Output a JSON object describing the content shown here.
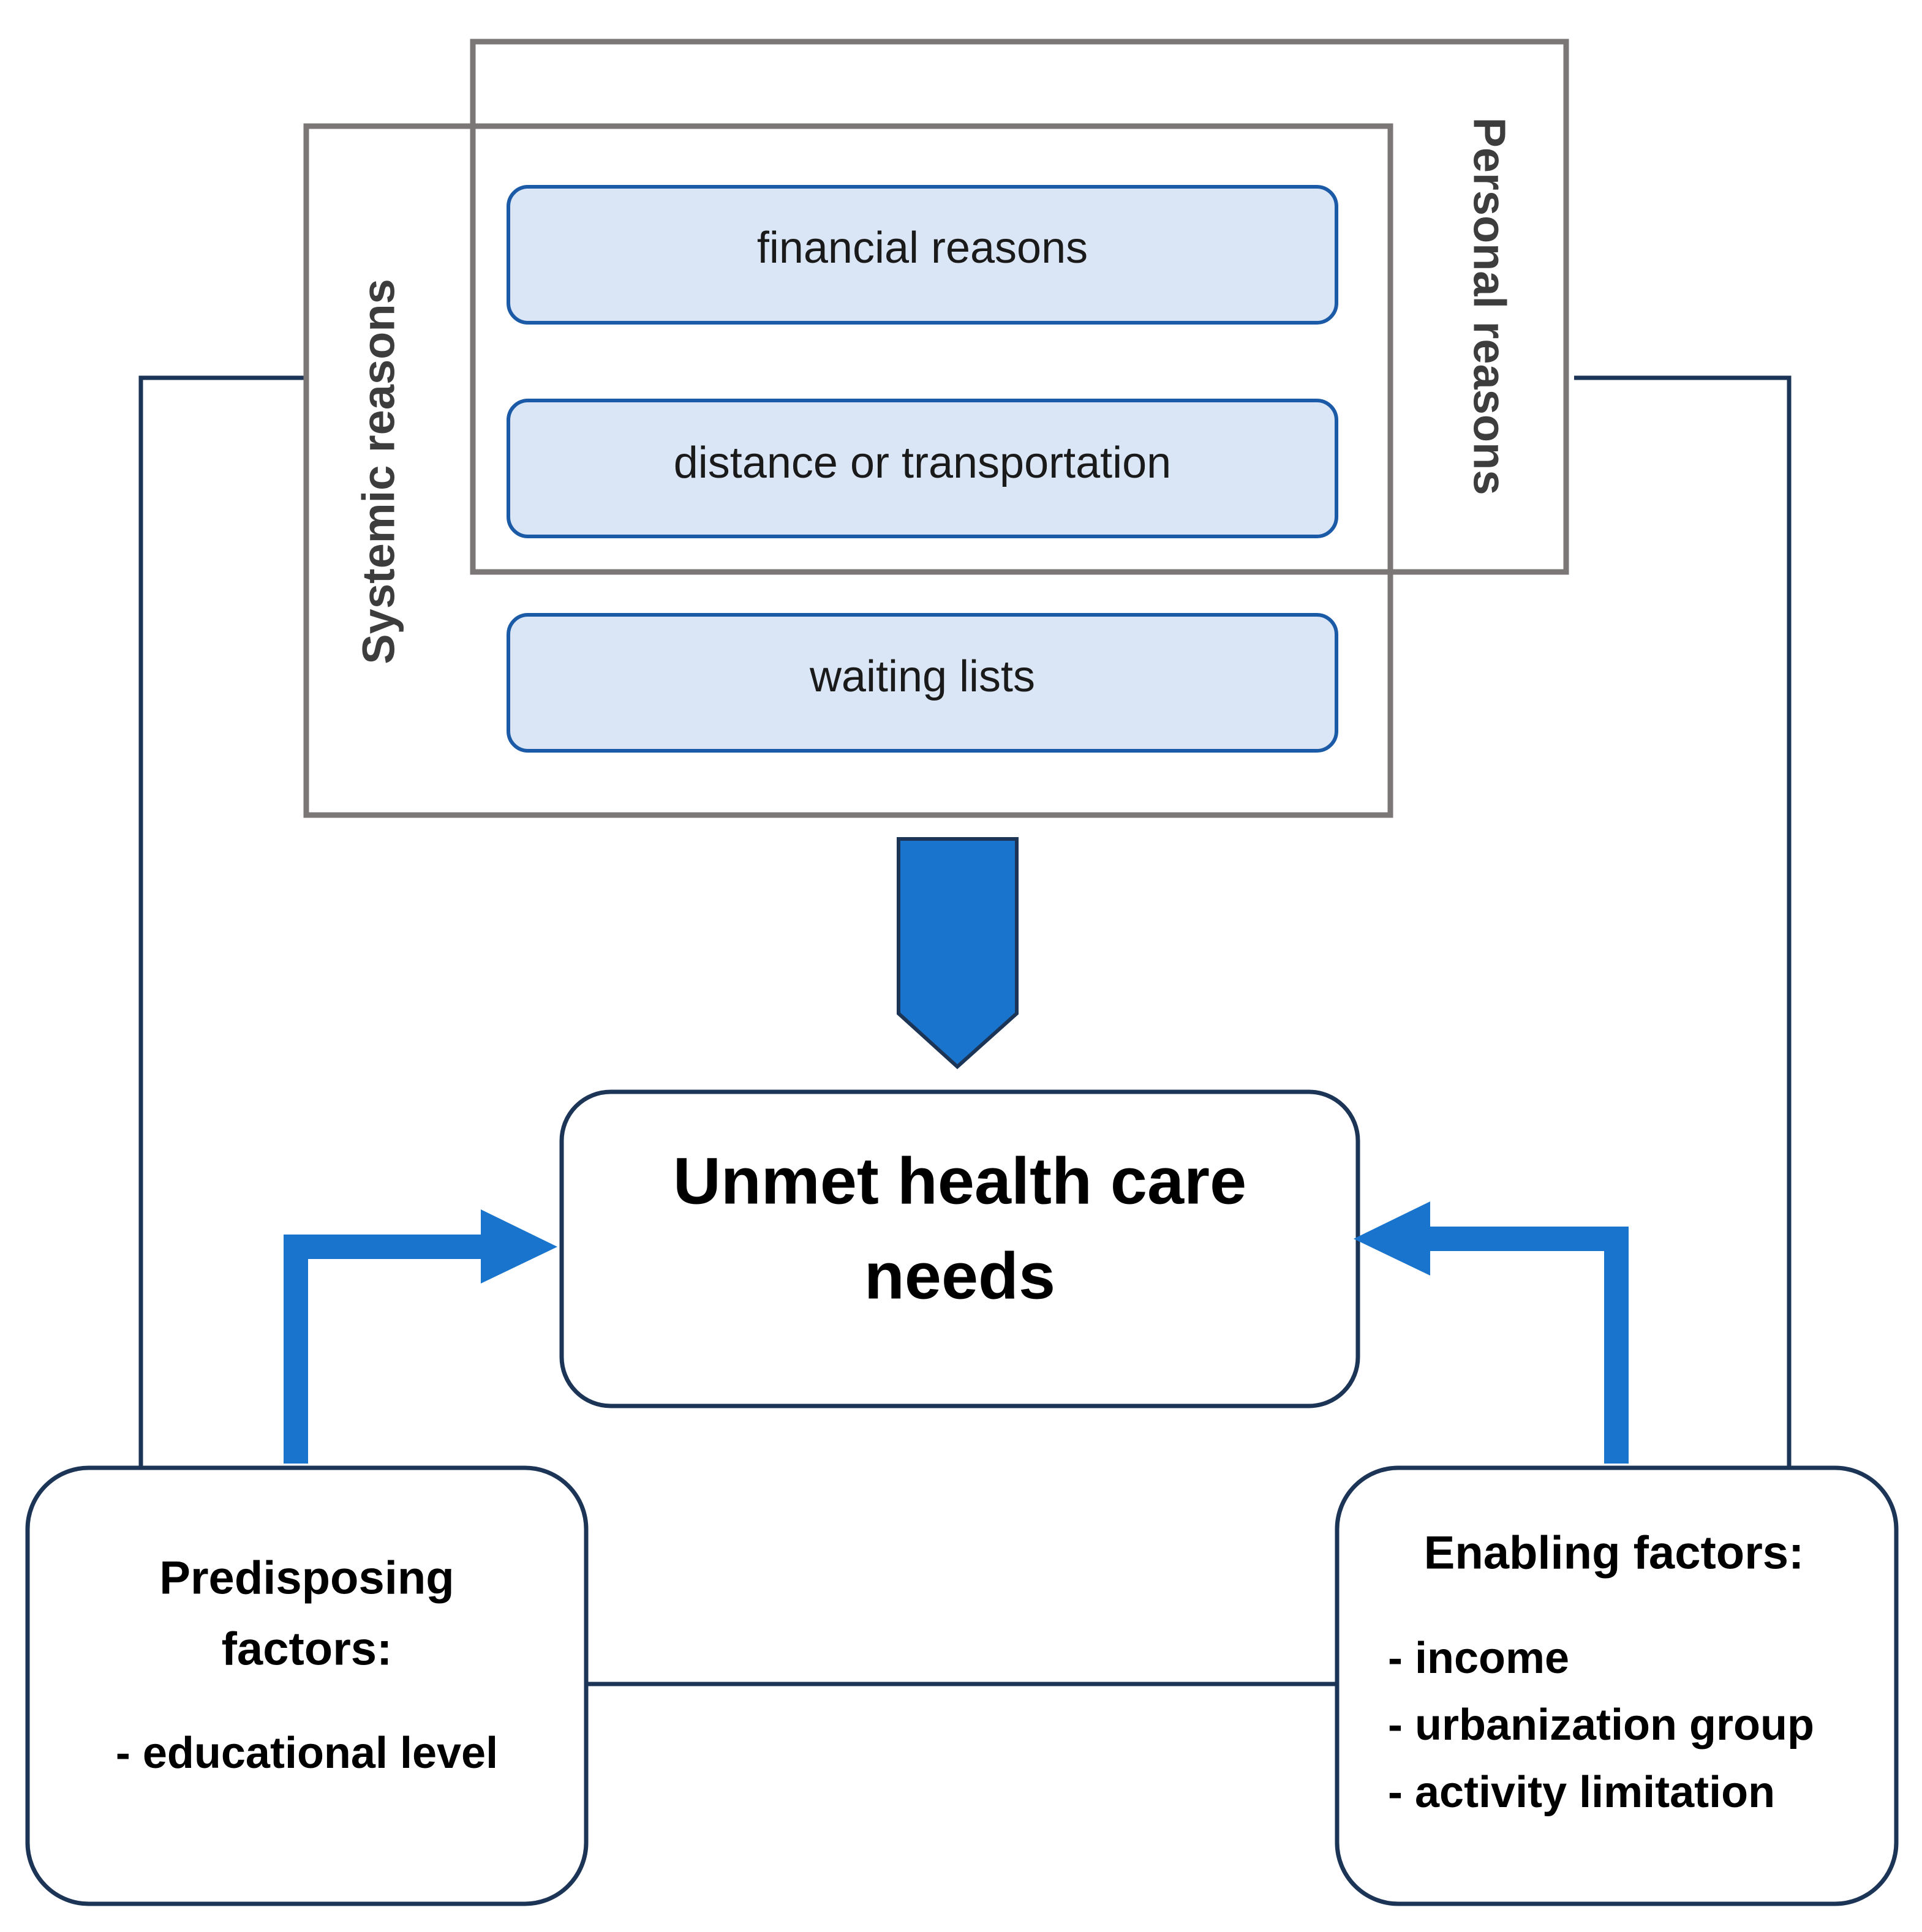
{
  "groups": {
    "systemic": "Systemic reasons",
    "personal": "Personal reasons"
  },
  "reasons": [
    "financial reasons",
    "distance or transportation",
    "waiting lists"
  ],
  "outcome": {
    "line1": "Unmet health care",
    "line2": "needs"
  },
  "predisposing": {
    "title_line1": "Predisposing",
    "title_line2": "factors:",
    "items": [
      "- educational level"
    ]
  },
  "enabling": {
    "title": "Enabling factors:",
    "items": [
      "- income",
      "- urbanization group",
      "- activity limitation"
    ]
  },
  "colors": {
    "frame_gray": "#7b7777",
    "navy": "#1c3557",
    "reason_fill": "#dae6f5",
    "reason_stroke": "#1b5aa6",
    "arrow_blue": "#1874cd"
  }
}
